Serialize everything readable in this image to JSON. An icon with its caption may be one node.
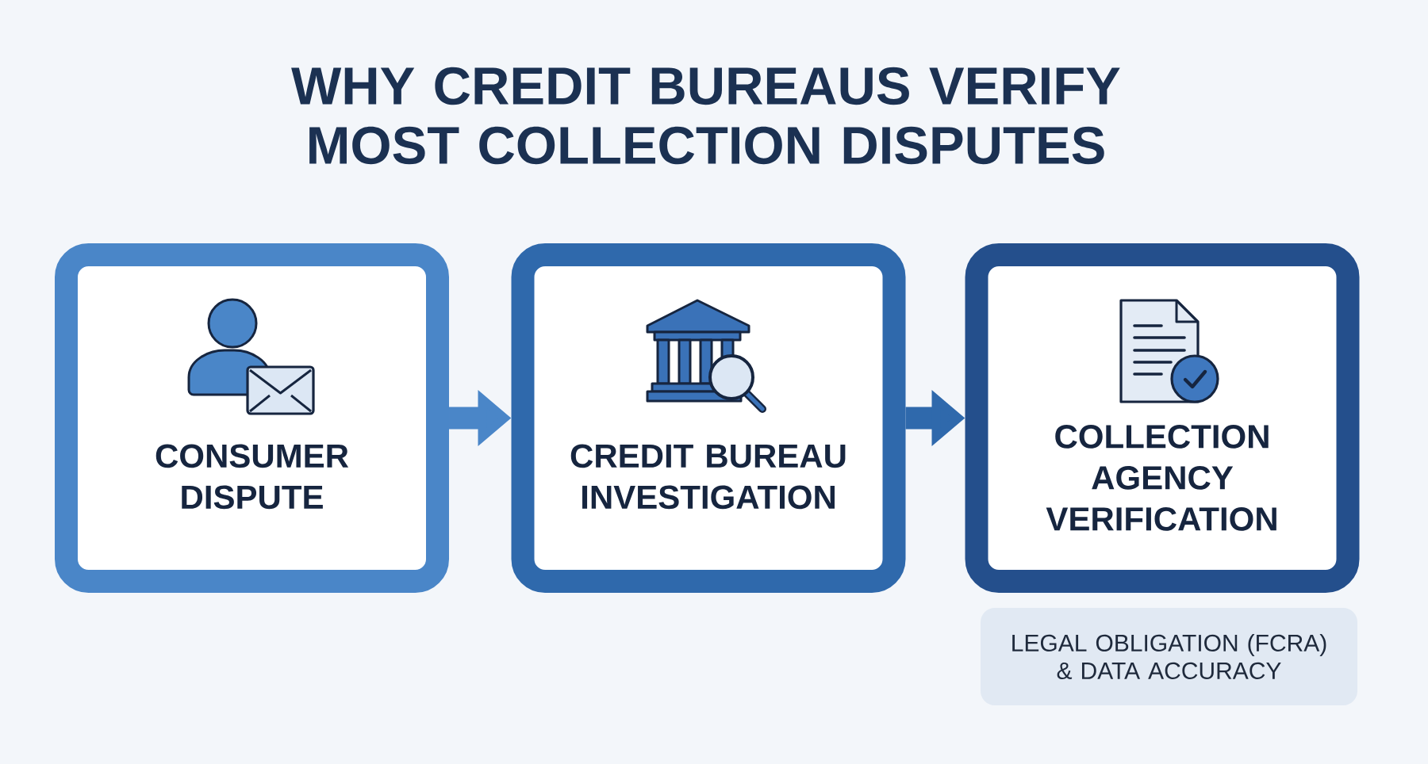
{
  "diagram": {
    "title": "WHY CREDIT BUREAUS VERIFY MOST COLLECTION DISPUTES",
    "nodes": [
      {
        "text": [
          "CONSUMER DISPUTE"
        ]
      },
      {
        "text": [
          "CREDIT BUREAU INVESTIGATION"
        ]
      },
      {
        "text": [
          "COLLECTION AGENCY VERIFICATION"
        ]
      },
      {
        "text": [
          "LEGAL OBLIGATION (FCRA) & DATA ACCURACY"
        ]
      }
    ],
    "edges": [
      {
        "from": 0,
        "to": 1,
        "arrow": "to",
        "color": "#4a86c8"
      },
      {
        "from": 1,
        "to": 2,
        "arrow": "to",
        "color": "#2f69ac"
      }
    ]
  }
}
